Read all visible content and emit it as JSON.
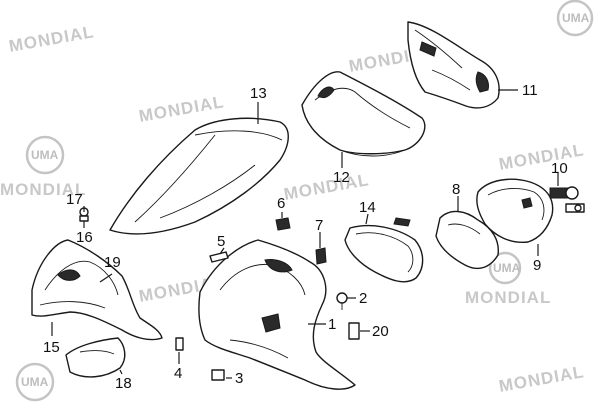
{
  "watermarks": {
    "brand": "MONDIAL",
    "logo": "UMA"
  },
  "callouts": [
    "1",
    "2",
    "3",
    "4",
    "5",
    "6",
    "7",
    "8",
    "9",
    "10",
    "11",
    "12",
    "13",
    "14",
    "15",
    "16",
    "17",
    "18",
    "19",
    "20"
  ],
  "colors": {
    "line": "#1a1a1a",
    "watermark": "#c8c8c8",
    "background": "#ffffff"
  }
}
